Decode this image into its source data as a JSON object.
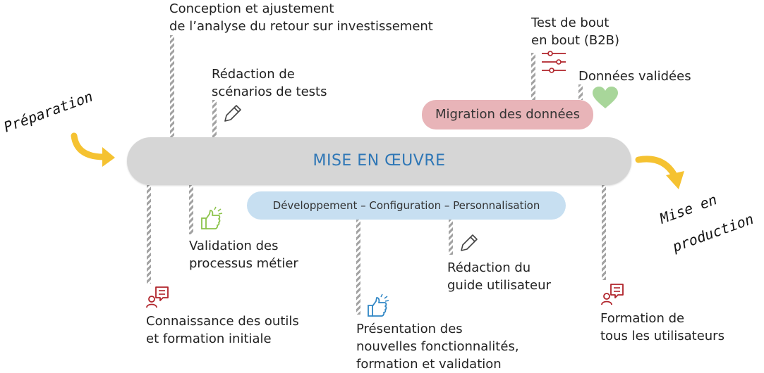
{
  "main_bar": {
    "label": "MISE EN ŒUVRE"
  },
  "pills": {
    "migration": "Migration des données",
    "development": "Développement – Configuration – Personnalisation"
  },
  "side_labels": {
    "preparation": "Préparation",
    "production_line1": "Mise en",
    "production_line2": "production"
  },
  "items_top": {
    "conception": {
      "line1": "Conception et ajustement",
      "line2": "de l’analyse du retour sur investissement"
    },
    "redaction_scenarios": {
      "line1": "Rédaction de",
      "line2": "scénarios de tests"
    },
    "test_bout": {
      "line1": "Test de bout",
      "line2": "en bout (B2B)"
    },
    "donnees_validees": {
      "line1": "Données validées"
    }
  },
  "items_bottom": {
    "validation_processus": {
      "line1": "Validation des",
      "line2": "processus métier"
    },
    "connaissance_outils": {
      "line1": "Connaissance des outils",
      "line2": "et formation initiale"
    },
    "presentation": {
      "line1": "Présentation des",
      "line2": "nouvelles fonctionnalités,",
      "line3": "formation et validation"
    },
    "redaction_guide": {
      "line1": "Rédaction du",
      "line2": "guide utilisateur"
    },
    "formation_tous": {
      "line1": "Formation de",
      "line2": "tous les utilisateurs"
    }
  },
  "colors": {
    "bar": "#d6d6d6",
    "bar_text": "#2f77b6",
    "pill_red": "#e8b4b8",
    "pill_blue": "#c7dff1",
    "arrow": "#f5c231",
    "icon_red": "#b0232a",
    "icon_green": "#8bc34a",
    "icon_blue": "#2f86c5",
    "heart": "#a8d69a"
  },
  "icons": [
    "pencil-icon",
    "sliders-icon",
    "heart-icon",
    "thumbs-up-icon",
    "chat-user-icon"
  ]
}
